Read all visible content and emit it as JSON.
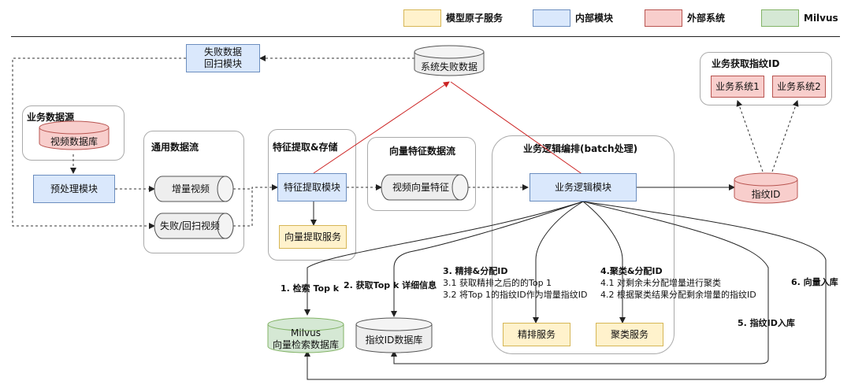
{
  "legend": [
    {
      "label": "模型原子服务",
      "color": "#fff2cc"
    },
    {
      "label": "内部模块",
      "color": "#dae8fc"
    },
    {
      "label": "外部系统",
      "color": "#f8cecc"
    },
    {
      "label": "Milvus",
      "color": "#d5e8d4"
    }
  ],
  "groups": {
    "biz_source": "业务数据源",
    "general_stream": "通用数据流",
    "feature": "特征提取&存储",
    "vector_stream": "向量特征数据流",
    "biz_logic": "业务逻辑编排(batch处理)",
    "biz_fetch": "业务获取指纹ID"
  },
  "nodes": {
    "fail_rescan": "失败数据\n回扫模块",
    "sys_fail": "系统失败数据",
    "video_db": "视频数据库",
    "preprocess": "预处理模块",
    "incr_video": "增量视频",
    "fail_video": "失败/回扫视频",
    "feature_extract": "特征提取模块",
    "vec_service": "向量提取服务",
    "video_vec": "视频向量特征",
    "biz_module": "业务逻辑模块",
    "fingerprint": "指纹ID",
    "biz_sys1": "业务系统1",
    "biz_sys2": "业务系统2",
    "milvus_l1": "Milvus",
    "milvus_l2": "向量检索数据库",
    "fp_db": "指纹ID数据库",
    "rank_service": "精排服务",
    "cluster_service": "聚类服务"
  },
  "steps": {
    "s1": "1. 检索 Top k",
    "s2": "2. 获取Top k 详细信息",
    "s3_title": "3. 精排&分配ID",
    "s3_1": "3.1 获取精排之后的的Top 1",
    "s3_2": "3.2 将Top 1的指纹ID作为增量指纹ID",
    "s4_title": "4.聚类&分配ID",
    "s4_1": "4.1 对剩余未分配增量进行聚类",
    "s4_2": "4.2 根据聚类结果分配剩余增量的指纹ID",
    "s5": "5. 指纹ID入库",
    "s6": "6. 向量入库"
  }
}
